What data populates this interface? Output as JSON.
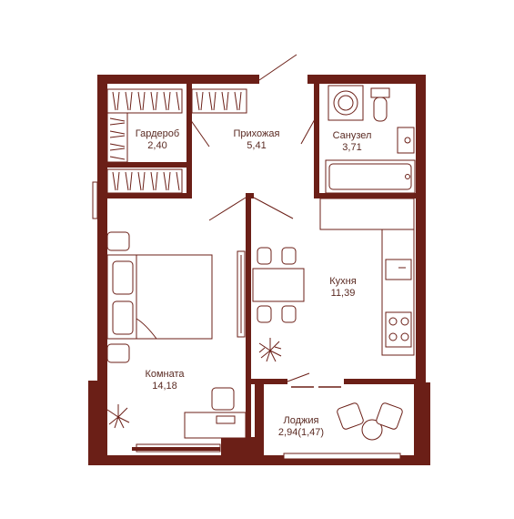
{
  "rooms": {
    "wardrobe": {
      "name": "Гардероб",
      "area": "2,40"
    },
    "hall": {
      "name": "Прихожая",
      "area": "5,41"
    },
    "bathroom": {
      "name": "Санузел",
      "area": "3,71"
    },
    "kitchen": {
      "name": "Кухня",
      "area": "11,39"
    },
    "room": {
      "name": "Комната",
      "area": "14,18"
    },
    "loggia": {
      "name": "Лоджия",
      "area": "2,94(1,47)"
    }
  },
  "colors": {
    "wall": "#6b1f17",
    "line": "#6b1f17",
    "text": "#5a2a22",
    "background": "#ffffff"
  }
}
